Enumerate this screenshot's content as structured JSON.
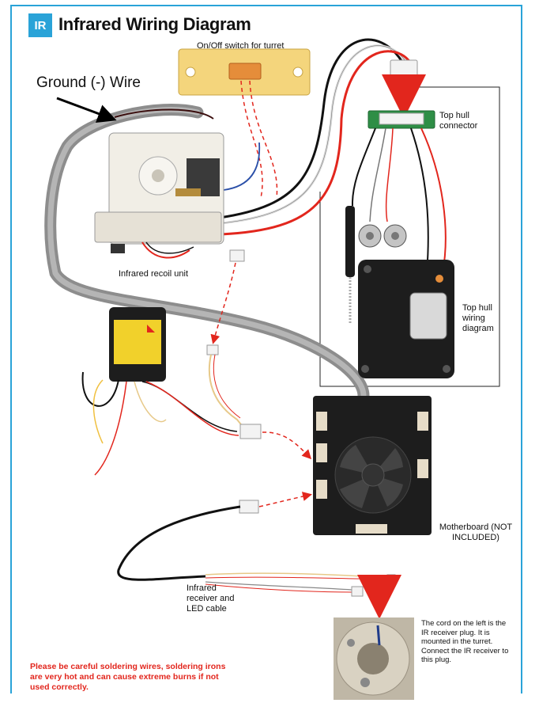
{
  "header": {
    "badge": "IR",
    "title": "Infrared Wiring Diagram"
  },
  "labels": {
    "switch": "On/Off switch for turret",
    "ground": "Ground (-) Wire",
    "recoil": "Infrared recoil unit",
    "top_connector": "Top hull connector",
    "top_wiring": "Top hull wiring diagram",
    "motherboard": "Motherboard (NOT INCLUDED)",
    "ir_cable": "Infrared receiver and LED cable",
    "receiver_note": "The cord on the left is the IR receiver plug. It is mounted in the turret. Connect the IR receiver to this plug."
  },
  "warning": "Please be careful soldering wires, soldering irons are very hot and can cause extreme burns if not used correctly.",
  "colors": {
    "accent": "#2aa3d8",
    "warning": "#e2261d",
    "arrow": "#e2261d"
  }
}
